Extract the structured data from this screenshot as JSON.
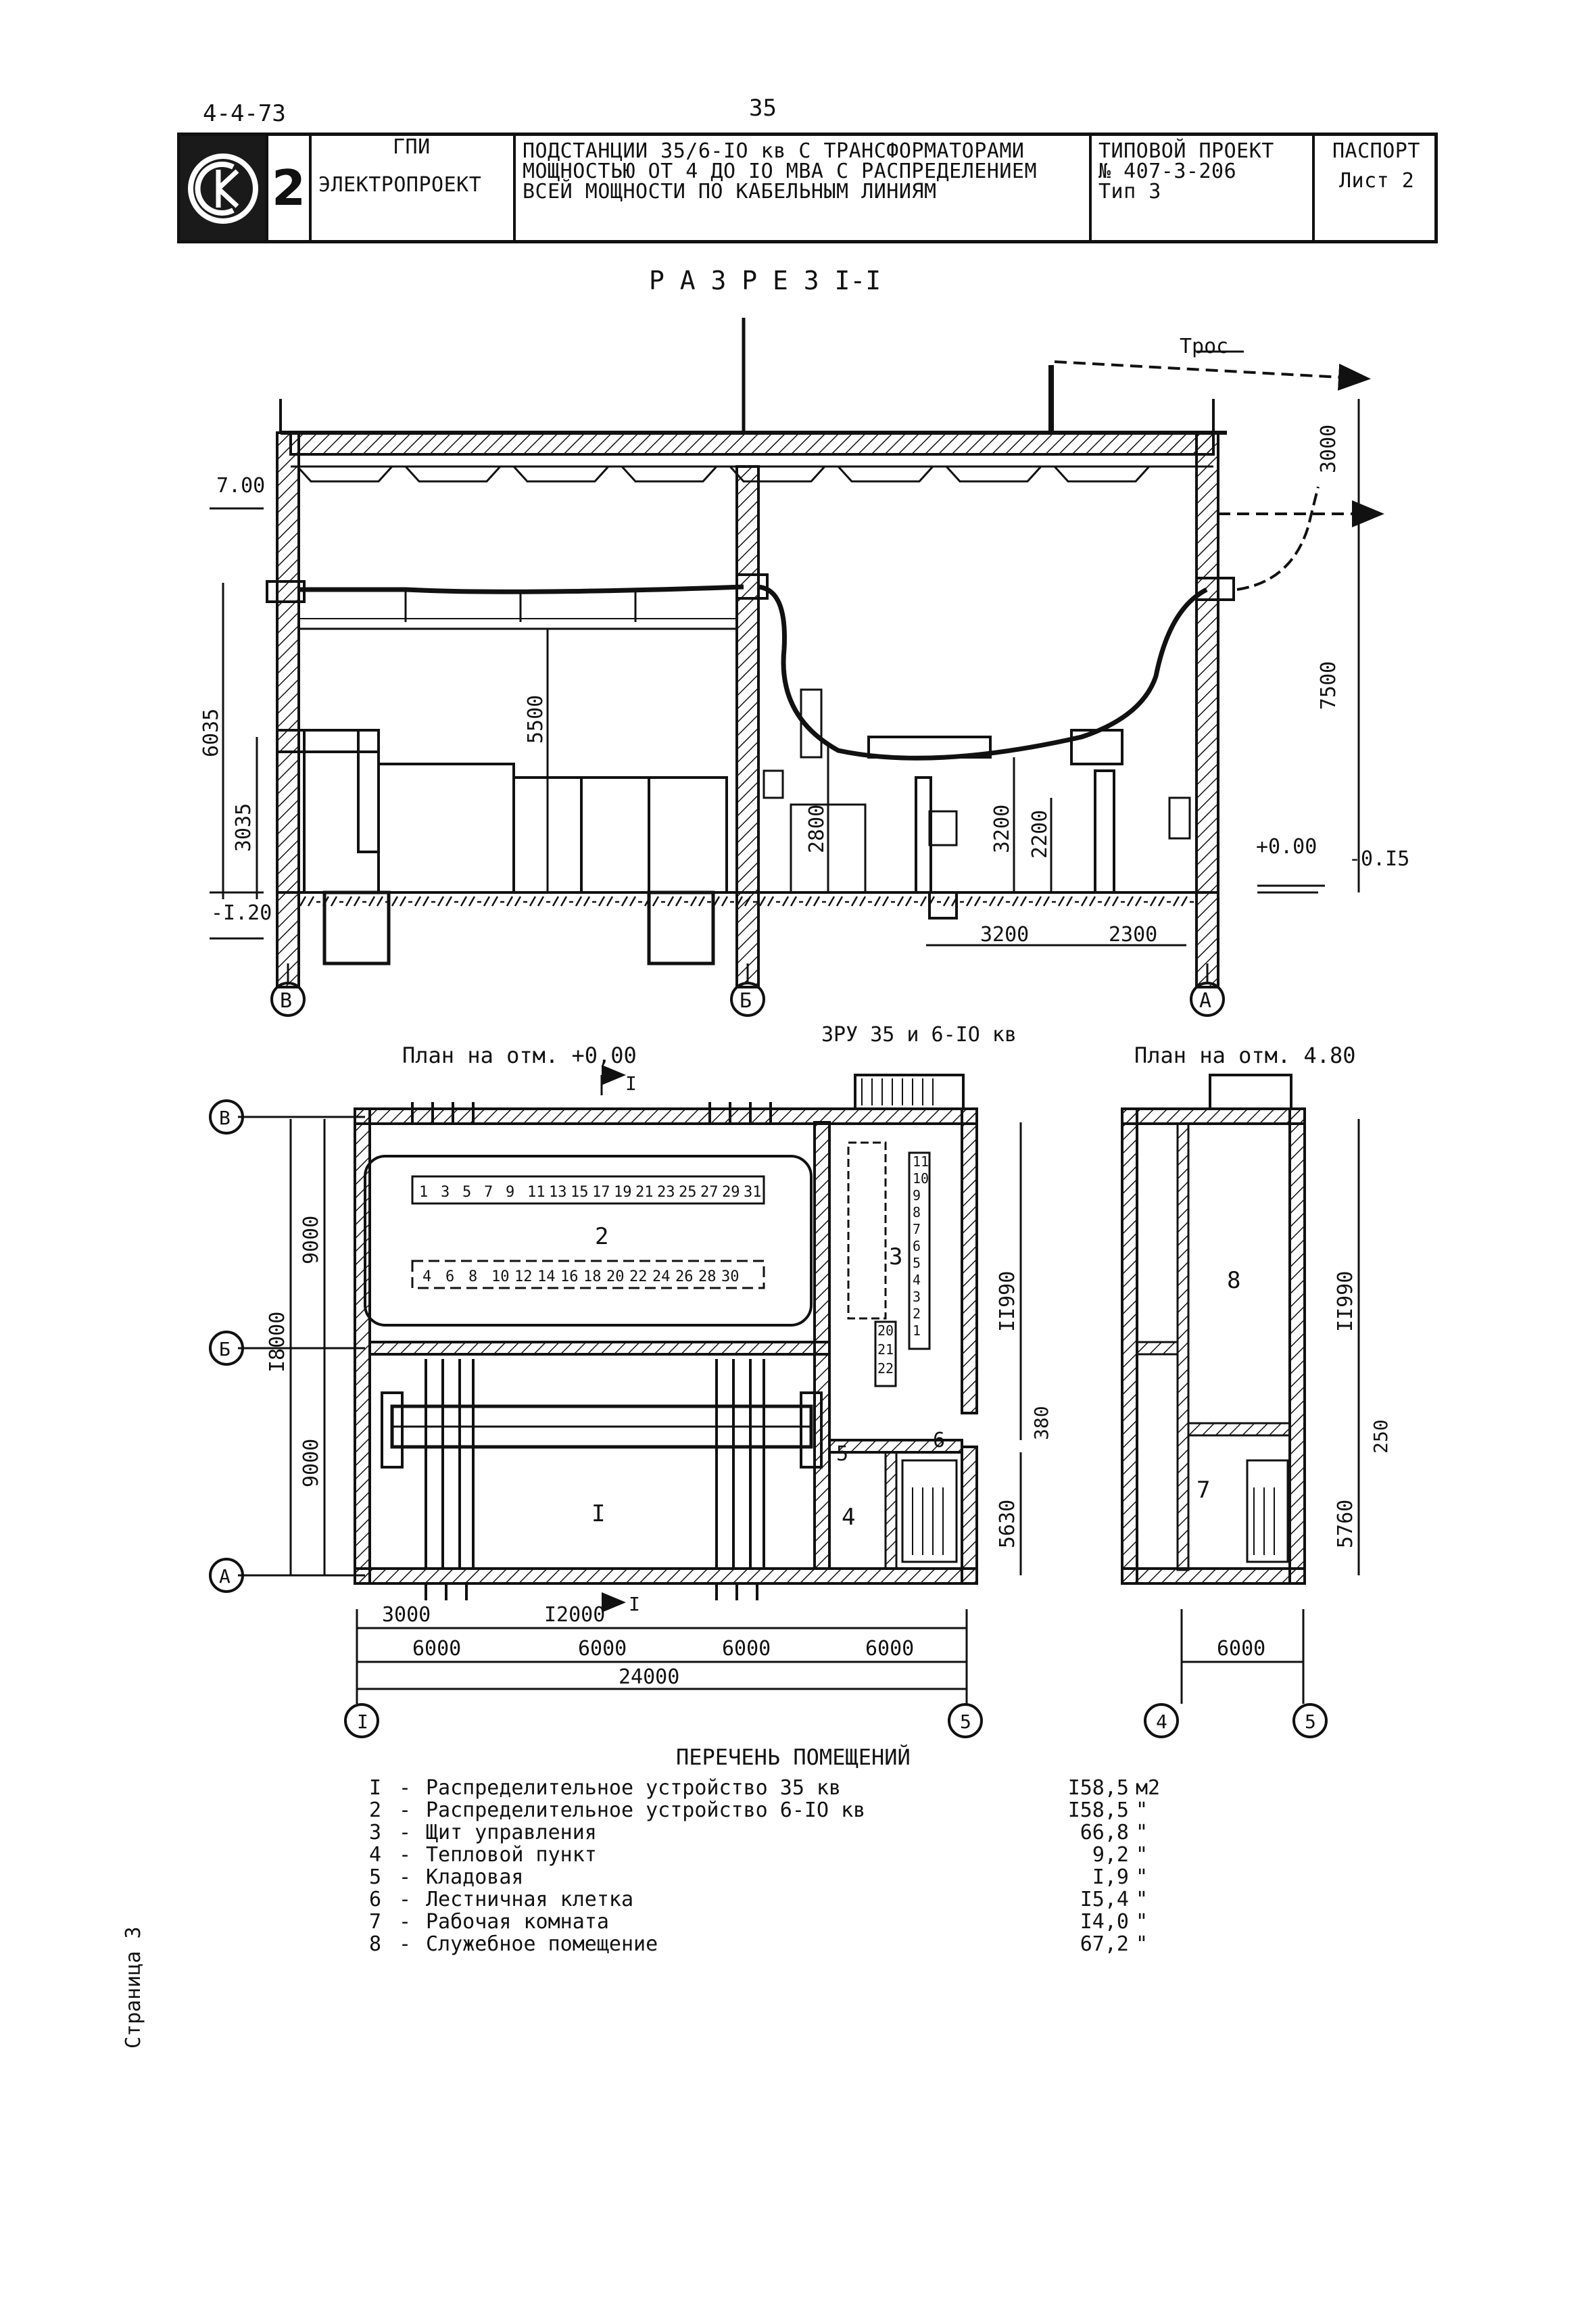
{
  "header": {
    "doc_code": "4-4-73",
    "page_number": "35",
    "logo_number": "2",
    "org_line1": "ГПИ",
    "org_line2": "ЭЛЕКТРОПРОЕКТ",
    "subject_line1": "ПОДСТАНЦИИ 35/6-IO кв С ТРАНСФОРМАТОРАМИ",
    "subject_line2": "МОЩНОСТЬЮ ОТ 4 ДО  IO МВА  С РАСПРЕДЕЛЕНИЕМ",
    "subject_line3": "ВСЕЙ МОЩНОСТИ ПО  КАБЕЛЬНЫМ ЛИНИЯМ",
    "project_line1": "ТИПОВОЙ ПРОЕКТ",
    "project_line2": "№ 407-3-206",
    "project_line3": "Тип 3",
    "sheet_line1": "ПАСПОРТ",
    "sheet_line2": "Лист 2"
  },
  "section": {
    "title": "Р А З Р Е З  I-I",
    "cable_label": "Трос",
    "dims": {
      "d3000": "3000",
      "d7500": "7500",
      "d6035": "6035",
      "d3035": "3035",
      "d5500": "5500",
      "d2800": "2800",
      "d3200v": "3200",
      "d2200": "2200",
      "d3200h": "3200",
      "d2300": "2300"
    },
    "levels": {
      "l700": "7.00",
      "l000": "+0.00",
      "l015": "-0.I5",
      "l120": "-I.20"
    },
    "axes": {
      "v": "В",
      "b": "Б",
      "a": "А"
    }
  },
  "plan1": {
    "title": "План на отм. +0,00",
    "zru_label": "ЗРУ 35 и 6-IO кв",
    "cut_mark": "I",
    "top_row": [
      "1",
      "3",
      "5",
      "7",
      "9",
      "11",
      "13",
      "15",
      "17",
      "19",
      "21",
      "23",
      "25",
      "27",
      "29",
      "31"
    ],
    "bottom_row": [
      "4",
      "6",
      "8",
      "10",
      "12",
      "14",
      "16",
      "18",
      "20",
      "22",
      "24",
      "26",
      "28",
      "30"
    ],
    "cab_col": [
      "11",
      "10",
      "9",
      "8",
      "7",
      "6",
      "5",
      "4",
      "3",
      "2",
      "1"
    ],
    "cab_col2": [
      "20",
      "21",
      "22"
    ],
    "rooms": {
      "r1": "I",
      "r2": "2",
      "r3": "3",
      "r4": "4",
      "r5": "5",
      "r6": "6"
    },
    "dims": {
      "d9000a": "9000",
      "d9000b": "9000",
      "d18000": "I8000",
      "d11990": "II990",
      "d380": "380",
      "d5630": "5630",
      "d3000": "3000",
      "d12000": "I2000",
      "d6000a": "6000",
      "d6000b": "6000",
      "d6000c": "6000",
      "d6000d": "6000",
      "d24000": "24000"
    },
    "axes": {
      "v": "В",
      "b": "Б",
      "a": "А",
      "ax1": "I",
      "ax5": "5"
    }
  },
  "plan2": {
    "title": "План на отм.  4.80",
    "rooms": {
      "r8": "8",
      "r7": "7"
    },
    "dims": {
      "d11990": "II990",
      "d250": "250",
      "d5760": "5760",
      "d6000": "6000"
    },
    "axes": {
      "ax4": "4",
      "ax5": "5"
    }
  },
  "rooms_list": {
    "title": "ПЕРЕЧЕНЬ ПОМЕЩЕНИЙ",
    "items": [
      {
        "num": "I",
        "name": "Распределительное устройство  35 кв",
        "area": "I58,5",
        "unit": "м2"
      },
      {
        "num": "2",
        "name": "Распределительное устройство 6-IO кв",
        "area": "I58,5",
        "unit": "\""
      },
      {
        "num": "3",
        "name": "Щит управления",
        "area": "66,8",
        "unit": "\""
      },
      {
        "num": "4",
        "name": "Тепловой пункт",
        "area": "9,2",
        "unit": "\""
      },
      {
        "num": "5",
        "name": "Кладовая",
        "area": "I,9",
        "unit": "\""
      },
      {
        "num": "6",
        "name": "Лестничная клетка",
        "area": "I5,4",
        "unit": "\""
      },
      {
        "num": "7",
        "name": "Рабочая комната",
        "area": "I4,0",
        "unit": "\""
      },
      {
        "num": "8",
        "name": "Служебное помещение",
        "area": "67,2",
        "unit": "\""
      }
    ]
  },
  "side_label": "Страница 3"
}
